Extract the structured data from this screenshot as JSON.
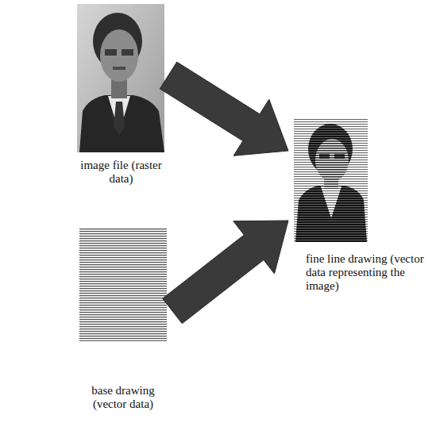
{
  "diagram": {
    "nodes": [
      {
        "text": [
          "image file (raster data)"
        ]
      },
      {
        "text": [
          "base drawing (vector data)"
        ]
      },
      {
        "text": [
          "fine line drawing (vector data representing the image)"
        ]
      }
    ],
    "edges": [
      {
        "from": 0,
        "to": 2,
        "arrow": "to"
      },
      {
        "from": 1,
        "to": 2,
        "arrow": "to"
      }
    ]
  }
}
